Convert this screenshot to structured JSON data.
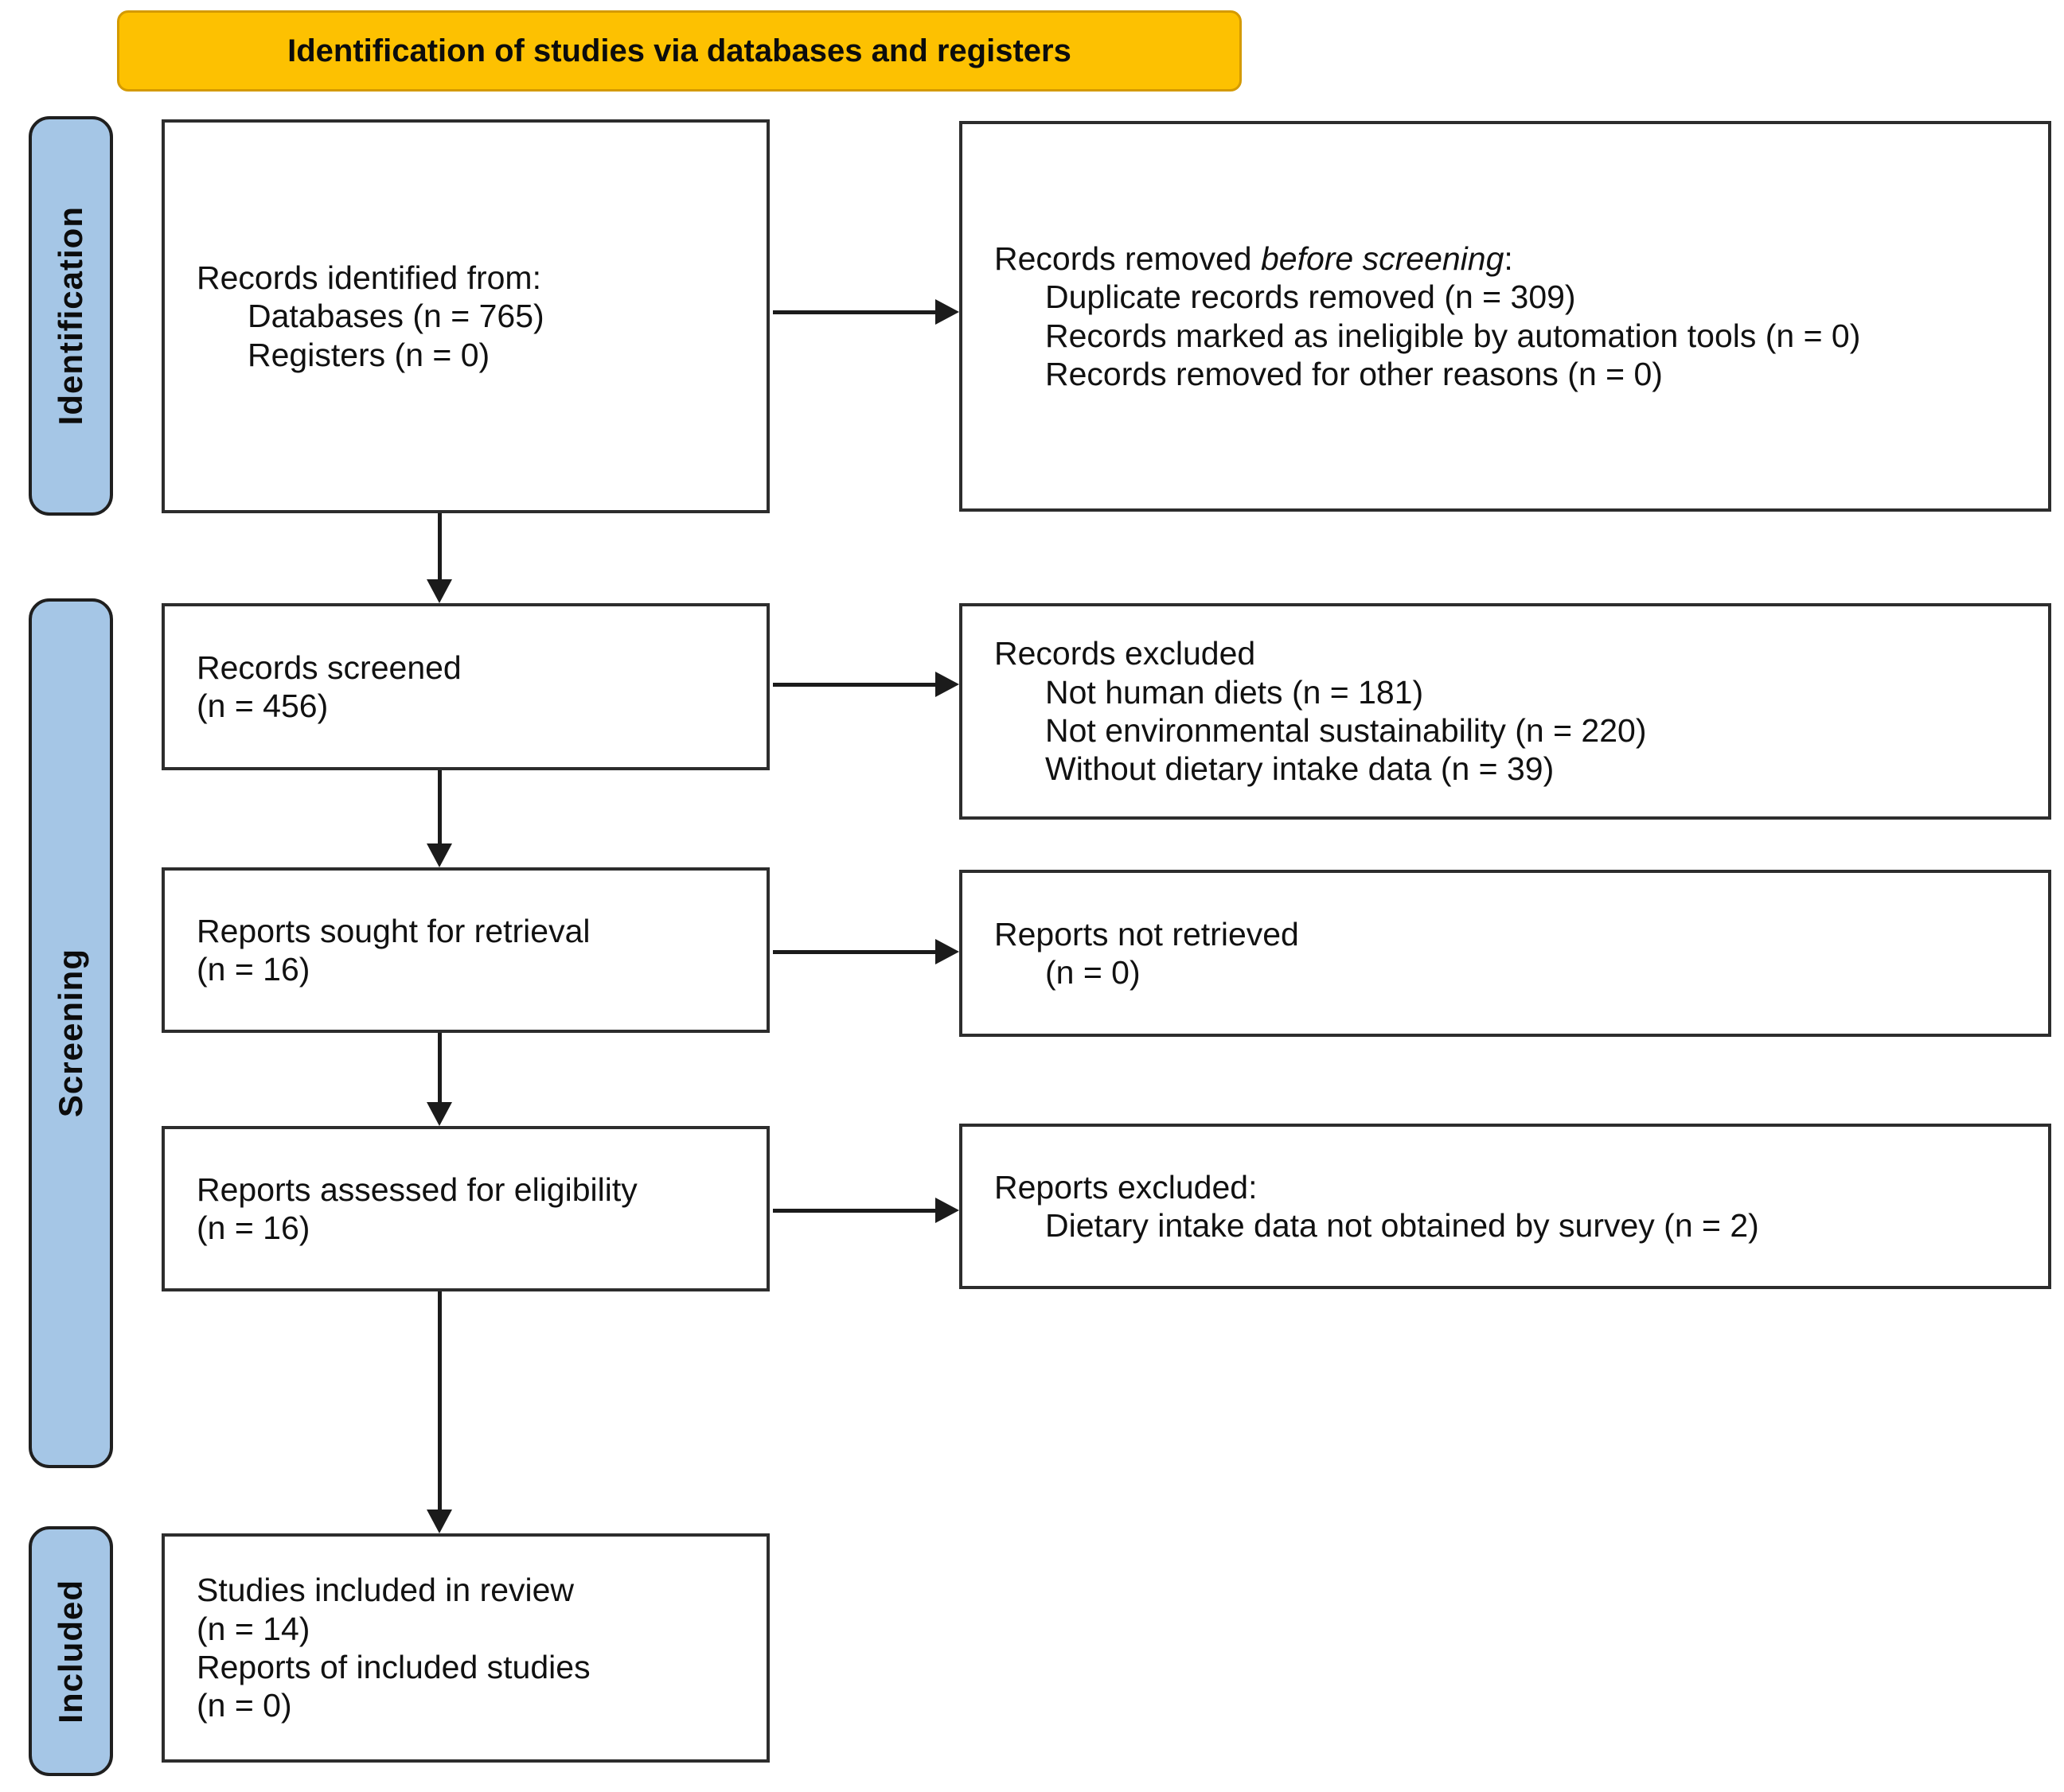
{
  "banner": {
    "title": "Identification of studies via databases and registers"
  },
  "stages": [
    {
      "id": "identification",
      "label": "Identification"
    },
    {
      "id": "screening",
      "label": "Screening"
    },
    {
      "id": "included",
      "label": "Included"
    }
  ],
  "boxes": {
    "records_identified": {
      "title": "Records identified from:",
      "items": [
        "Databases (n = 765)",
        "Registers (n = 0)"
      ]
    },
    "records_removed": {
      "title_prefix": "Records removed ",
      "title_italic": "before screening",
      "title_suffix": ":",
      "items": [
        "Duplicate records removed (n = 309)",
        "Records marked as ineligible by automation tools (n = 0)",
        "Records removed for other reasons (n = 0)"
      ]
    },
    "records_screened": {
      "lines": [
        "Records screened",
        "(n = 456)"
      ]
    },
    "records_excluded": {
      "title": "Records excluded",
      "items": [
        "Not human diets (n = 181)",
        "Not environmental sustainability (n = 220)",
        "Without dietary intake data (n = 39)"
      ]
    },
    "reports_sought": {
      "lines": [
        "Reports sought for retrieval",
        "(n = 16)"
      ]
    },
    "reports_not_retrieved": {
      "title": "Reports not retrieved",
      "items": [
        "(n = 0)"
      ]
    },
    "reports_assessed": {
      "lines": [
        "Reports assessed for eligibility",
        "(n = 16)"
      ]
    },
    "reports_excluded": {
      "title": "Reports excluded:",
      "items": [
        "Dietary intake data not obtained by survey (n = 2)"
      ]
    },
    "studies_included": {
      "lines": [
        "Studies included in review",
        "(n = 14)",
        "Reports of included studies",
        "(n = 0)"
      ]
    }
  },
  "colors": {
    "banner_fill": "#FDC101",
    "banner_border": "#D49A00",
    "stage_fill": "#A5C6E6",
    "stage_border": "#1F1F1F",
    "box_border": "#2D2D2D",
    "arrow": "#1B1B1B",
    "text": "#111111"
  }
}
